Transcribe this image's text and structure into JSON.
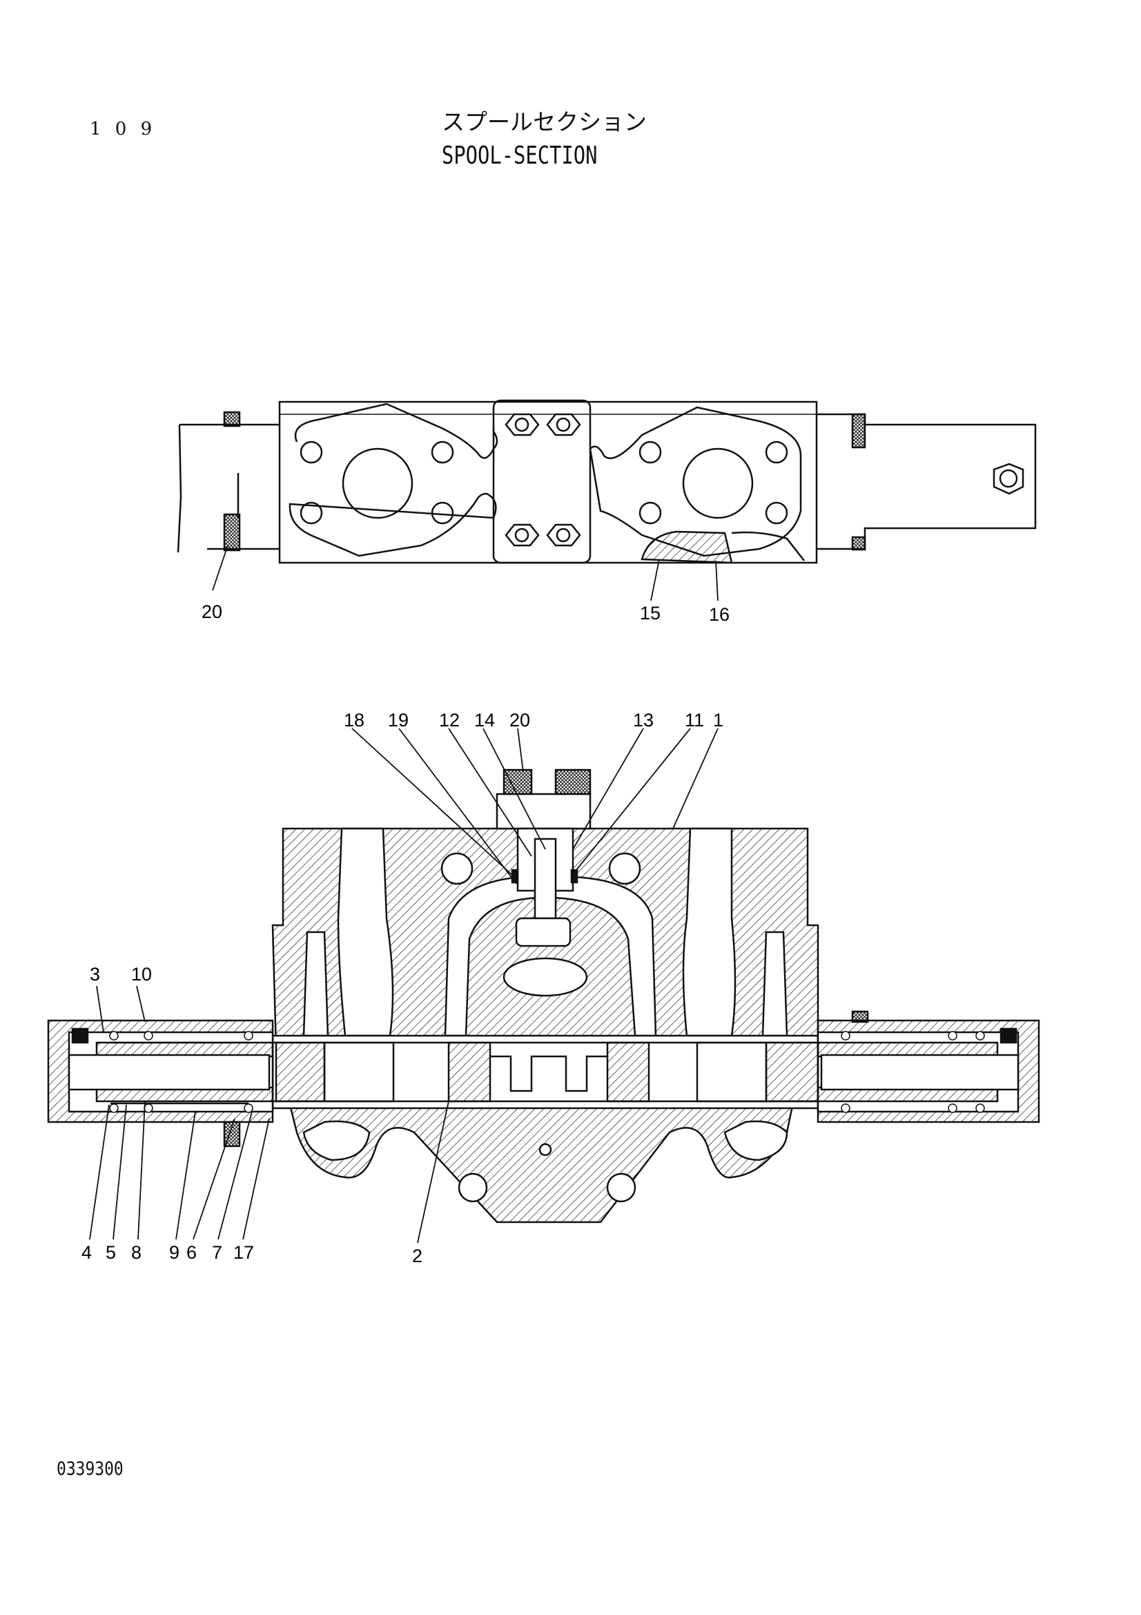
{
  "header": {
    "page_number": "1 0 9",
    "title_jp": "スプールセクション",
    "title_en": "SPOOL-SECTION"
  },
  "footer": {
    "drawing_number": "0339300"
  },
  "top_view": {
    "callouts": [
      "20",
      "15",
      "16"
    ]
  },
  "section_view": {
    "top_callouts": [
      "18",
      "19",
      "12",
      "14",
      "20",
      "13",
      "11",
      "1"
    ],
    "left_callouts": [
      "3",
      "10"
    ],
    "bottom_callouts": [
      "4",
      "5",
      "8",
      "9",
      "6",
      "7",
      "17",
      "2"
    ]
  }
}
